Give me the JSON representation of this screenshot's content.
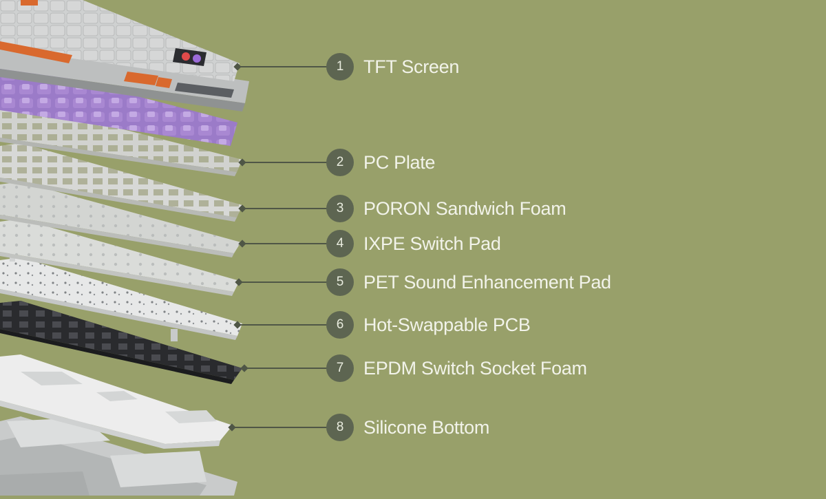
{
  "colors": {
    "background": "#98a06a",
    "badge": "#5d6551",
    "leader_line": "#4f5646",
    "label_text": "#f2f3ea",
    "switch_purple": "#9b7bc8",
    "accent_orange": "#d9692e",
    "pcb_dark": "#26272a"
  },
  "layers": [
    {
      "number": "1",
      "label": "TFT Screen"
    },
    {
      "number": "2",
      "label": "PC Plate"
    },
    {
      "number": "3",
      "label": "PORON Sandwich Foam"
    },
    {
      "number": "4",
      "label": "IXPE Switch Pad"
    },
    {
      "number": "5",
      "label": "PET Sound Enhancement Pad"
    },
    {
      "number": "6",
      "label": "Hot-Swappable PCB"
    },
    {
      "number": "7",
      "label": "EPDM Switch Socket Foam"
    },
    {
      "number": "8",
      "label": "Silicone Bottom"
    }
  ]
}
